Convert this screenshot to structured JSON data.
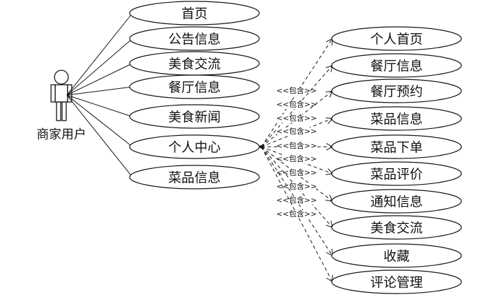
{
  "actor": {
    "label": "商家用户"
  },
  "include_label": "<<包含>>",
  "left_use_cases": [
    {
      "label": "首页"
    },
    {
      "label": "公告信息"
    },
    {
      "label": "美食交流"
    },
    {
      "label": "餐厅信息"
    },
    {
      "label": "美食新闻"
    },
    {
      "label": "个人中心"
    },
    {
      "label": "菜品信息"
    }
  ],
  "hub_index": 5,
  "right_use_cases": [
    {
      "label": "个人首页"
    },
    {
      "label": "餐厅信息"
    },
    {
      "label": "餐厅预约"
    },
    {
      "label": "菜品信息"
    },
    {
      "label": "菜品下单"
    },
    {
      "label": "菜品评价"
    },
    {
      "label": "通知信息"
    },
    {
      "label": "美食交流"
    },
    {
      "label": "收藏"
    },
    {
      "label": "评论管理"
    }
  ]
}
